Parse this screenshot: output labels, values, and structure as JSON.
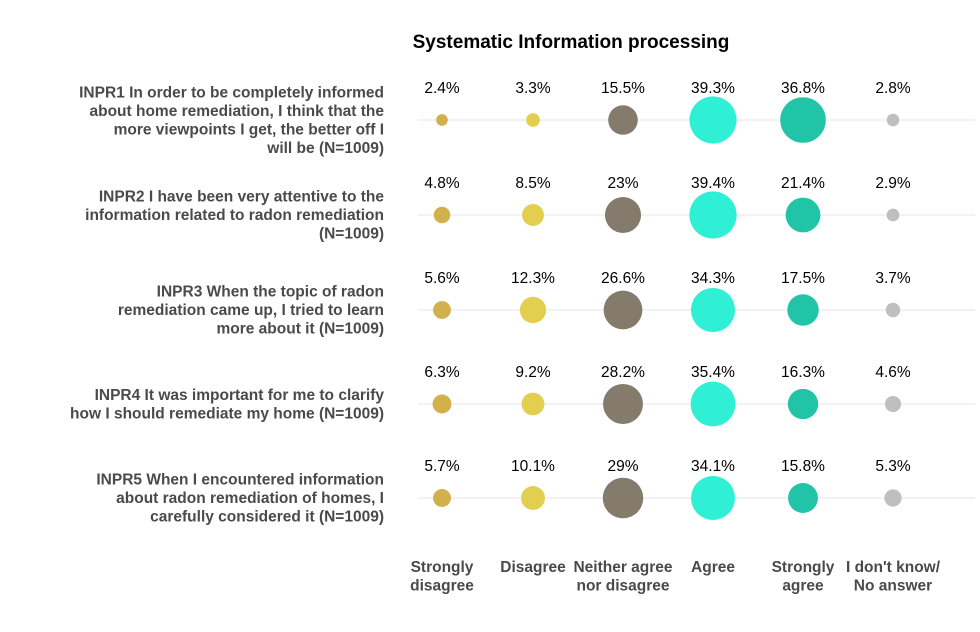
{
  "chart_data": {
    "type": "bubble",
    "title": "Systematic Information processing",
    "categories": [
      "Strongly disagree",
      "Disagree",
      "Neither agree nor disagree",
      "Agree",
      "Strongly agree",
      "I don't know/ No answer"
    ],
    "category_label_lines": [
      [
        "Strongly",
        "disagree"
      ],
      [
        "Disagree"
      ],
      [
        "Neither agree",
        "nor disagree"
      ],
      [
        "Agree"
      ],
      [
        "Strongly",
        "agree"
      ],
      [
        "I don't know/",
        "No answer"
      ]
    ],
    "category_colors": [
      "#d2b04c",
      "#e2cf4f",
      "#857b6c",
      "#2ff0d4",
      "#22c4a8",
      "#bfbfbf"
    ],
    "items": [
      {
        "label_lines": [
          "INPR1 In order to be completely informed",
          "about home remediation, I think that the",
          "more viewpoints I get, the better off I",
          "will be (N=1009)"
        ],
        "values": [
          2.4,
          3.3,
          15.5,
          39.3,
          36.8,
          2.8
        ],
        "value_labels": [
          "2.4%",
          "3.3%",
          "15.5%",
          "39.3%",
          "36.8%",
          "2.8%"
        ]
      },
      {
        "label_lines": [
          "INPR2 I have been very attentive to the",
          "information related to radon remediation",
          "(N=1009)"
        ],
        "values": [
          4.8,
          8.5,
          23,
          39.4,
          21.4,
          2.9
        ],
        "value_labels": [
          "4.8%",
          "8.5%",
          "23%",
          "39.4%",
          "21.4%",
          "2.9%"
        ]
      },
      {
        "label_lines": [
          "INPR3 When the topic of radon",
          "remediation came up, I tried to learn",
          "more about it (N=1009)"
        ],
        "values": [
          5.6,
          12.3,
          26.6,
          34.3,
          17.5,
          3.7
        ],
        "value_labels": [
          "5.6%",
          "12.3%",
          "26.6%",
          "34.3%",
          "17.5%",
          "3.7%"
        ]
      },
      {
        "label_lines": [
          "INPR4 It was important for me to clarify",
          "how I should remediate my home (N=1009)"
        ],
        "values": [
          6.3,
          9.2,
          28.2,
          35.4,
          16.3,
          4.6
        ],
        "value_labels": [
          "6.3%",
          "9.2%",
          "28.2%",
          "35.4%",
          "16.3%",
          "4.6%"
        ]
      },
      {
        "label_lines": [
          "INPR5 When I encountered information",
          "about radon remediation of homes, I",
          "carefully considered it (N=1009)"
        ],
        "values": [
          5.7,
          10.1,
          29,
          34.1,
          15.8,
          5.3
        ],
        "value_labels": [
          "5.7%",
          "10.1%",
          "29%",
          "34.1%",
          "15.8%",
          "5.3%"
        ]
      }
    ],
    "grid": true
  }
}
